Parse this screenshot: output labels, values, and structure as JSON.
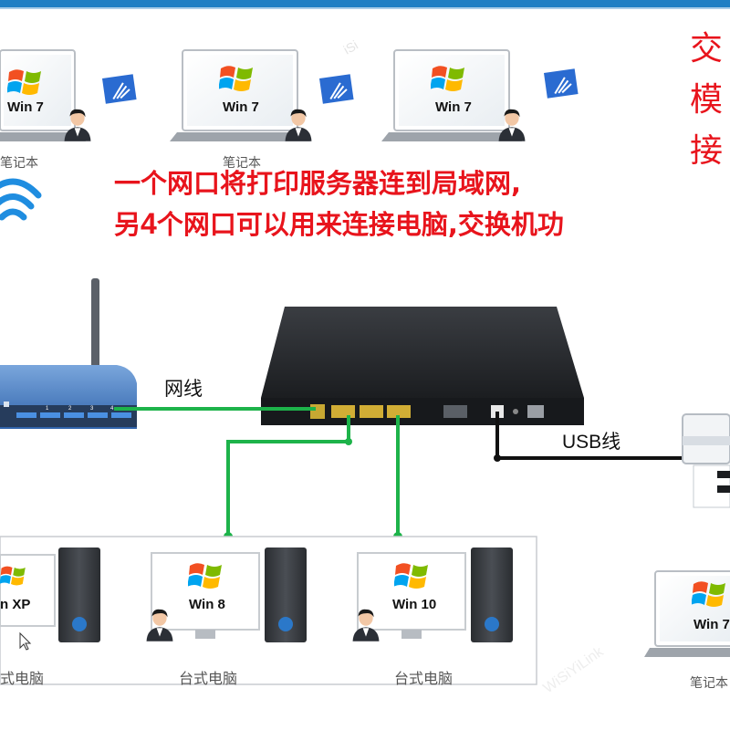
{
  "title_side": [
    "交",
    "模",
    "接"
  ],
  "note": {
    "line1": "一个网口将打印服务器连到局域网,",
    "line2_pre": "另",
    "line2_num": "4",
    "line2_post": "个网口可以用来连接电脑,交换机功"
  },
  "laptops": [
    {
      "os": "Win 7",
      "caption": "笔记本"
    },
    {
      "os": "Win 7",
      "caption": "笔记本"
    },
    {
      "os": "Win 7",
      "caption": ""
    },
    {
      "os": "Win 7",
      "caption": "笔记本"
    }
  ],
  "desktops": [
    {
      "os": "n XP",
      "caption": "式电脑"
    },
    {
      "os": "Win 8",
      "caption": "台式电脑"
    },
    {
      "os": "Win 10",
      "caption": "台式电脑"
    }
  ],
  "router": {
    "port_labels": [
      "1",
      "2",
      "3",
      "4"
    ]
  },
  "cables": {
    "lan": "网线",
    "usb": "USB线"
  },
  "colors": {
    "lan_cable": "#1db34a",
    "usb_cable": "#111111",
    "note_text": "#e8141c",
    "accent": "#1f7fc4"
  }
}
